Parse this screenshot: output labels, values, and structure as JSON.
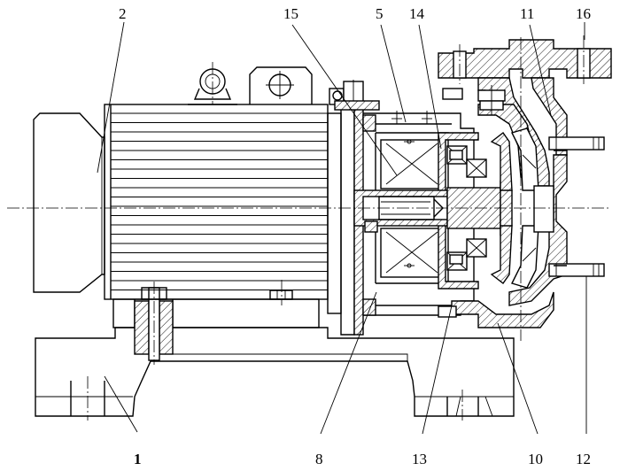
{
  "labels": {
    "l2": "2",
    "l15": "15",
    "l5": "5",
    "l14": "14",
    "l11": "11",
    "l16": "16",
    "l1": "1",
    "l8": "8",
    "l13": "13",
    "l10": "10",
    "l12": "12"
  }
}
